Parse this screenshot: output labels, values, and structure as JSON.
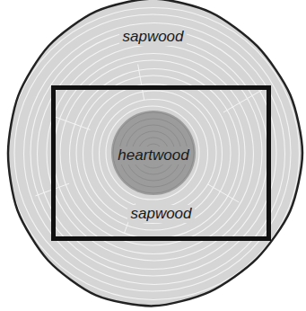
{
  "diagram": {
    "nodes": [
      {
        "text": [
          "sapwood"
        ]
      },
      {
        "text": [
          "sapwood"
        ],
        "in": 0
      },
      {
        "text": [
          "heartwood"
        ],
        "in": 1
      }
    ]
  }
}
